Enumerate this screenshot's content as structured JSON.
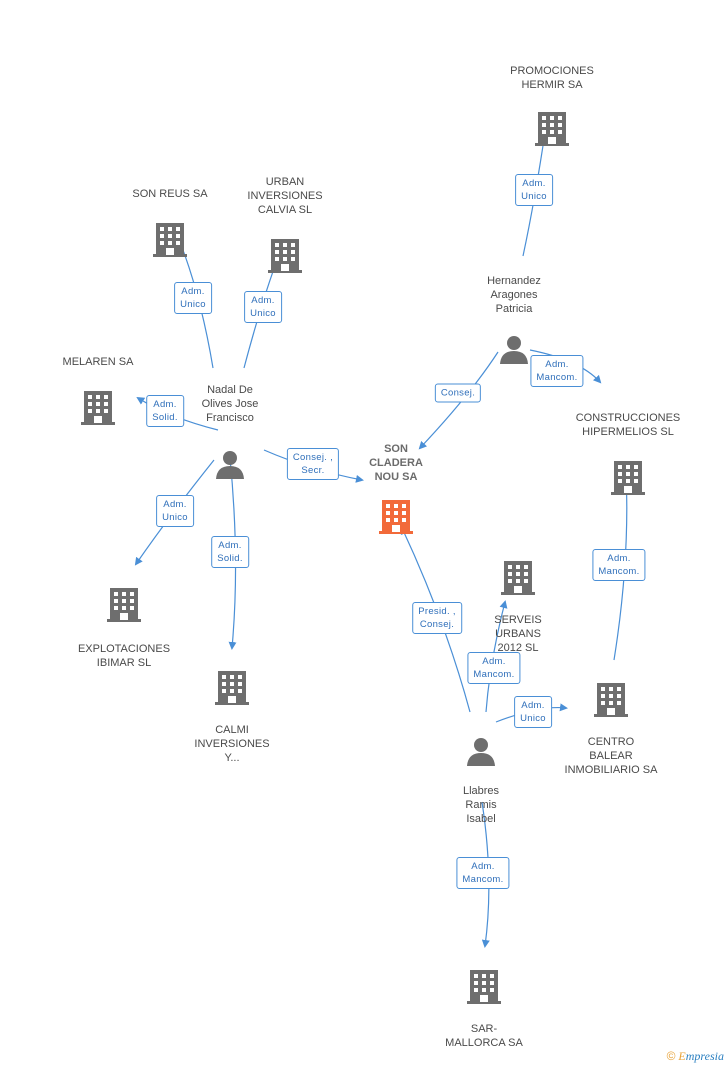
{
  "nodes": {
    "center": "SON\nCLADERA\nNOU SA",
    "promociones": "PROMOCIONES\nHERMIR SA",
    "hernandez": "Hernandez\nAragones\nPatricia",
    "son_reus": "SON REUS SA",
    "urban": "URBAN\nINVERSIONES\nCALVIA SL",
    "melaren": "MELAREN SA",
    "nadal": "Nadal De\nOlives Jose\nFrancisco",
    "construcciones": "CONSTRUCCIONES\nHIPERMELIOS SL",
    "explotaciones": "EXPLOTACIONES\nIBIMAR SL",
    "calmi": "CALMI\nINVERSIONES\nY...",
    "serveis": "SERVEIS\nURBANS\n2012 SL",
    "centro": "CENTRO\nBALEAR\nINMOBILIARIO SA",
    "llabres": "Llabres\nRamis\nIsabel",
    "sar": "SAR-\nMALLORCA SA"
  },
  "tags": {
    "hernandez_promociones": "Adm.\nUnico",
    "nadal_sonreus": "Adm.\nUnico",
    "nadal_urban": "Adm.\nUnico",
    "nadal_melaren": "Adm.\nSolid.",
    "nadal_center": "Consej. ,\nSecr.",
    "hernandez_center": "Consej.",
    "hernandez_construcciones": "Adm.\nMancom.",
    "nadal_explotaciones": "Adm.\nUnico",
    "nadal_calmi": "Adm.\nSolid.",
    "centro_construcciones": "Adm.\nMancom.",
    "llabres_center": "Presid. ,\nConsej.",
    "llabres_serveis": "Adm.\nMancom.",
    "llabres_centro": "Adm.\nUnico",
    "llabres_sar": "Adm.\nMancom."
  },
  "colors": {
    "edge": "#4a8fd6",
    "building": "#6e6e6e",
    "center_building": "#f26a3a",
    "person": "#6e6e6e"
  },
  "brand": {
    "symbol": "©",
    "name": "mpresia",
    "initial": "E"
  }
}
